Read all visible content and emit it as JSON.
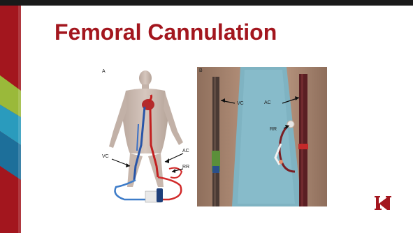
{
  "slide": {
    "title": "Femoral Cannulation"
  },
  "figure_a": {
    "panel_label": "A",
    "labels": {
      "vc": "VC",
      "ac": "AC",
      "rr": "RR"
    }
  },
  "figure_b": {
    "panel_label": "B",
    "labels": {
      "vc": "VC",
      "ac": "AC",
      "rr": "RR"
    }
  },
  "colors": {
    "title": "#a3161e",
    "top_border": "#1a1a1a",
    "accent_red": "#a3161e",
    "accent_lime": "#9ab93a",
    "accent_teal": "#2a9bbd",
    "surgical_drape": "#7fb3c2"
  },
  "logo": {
    "icon": "university-logo-icon"
  }
}
